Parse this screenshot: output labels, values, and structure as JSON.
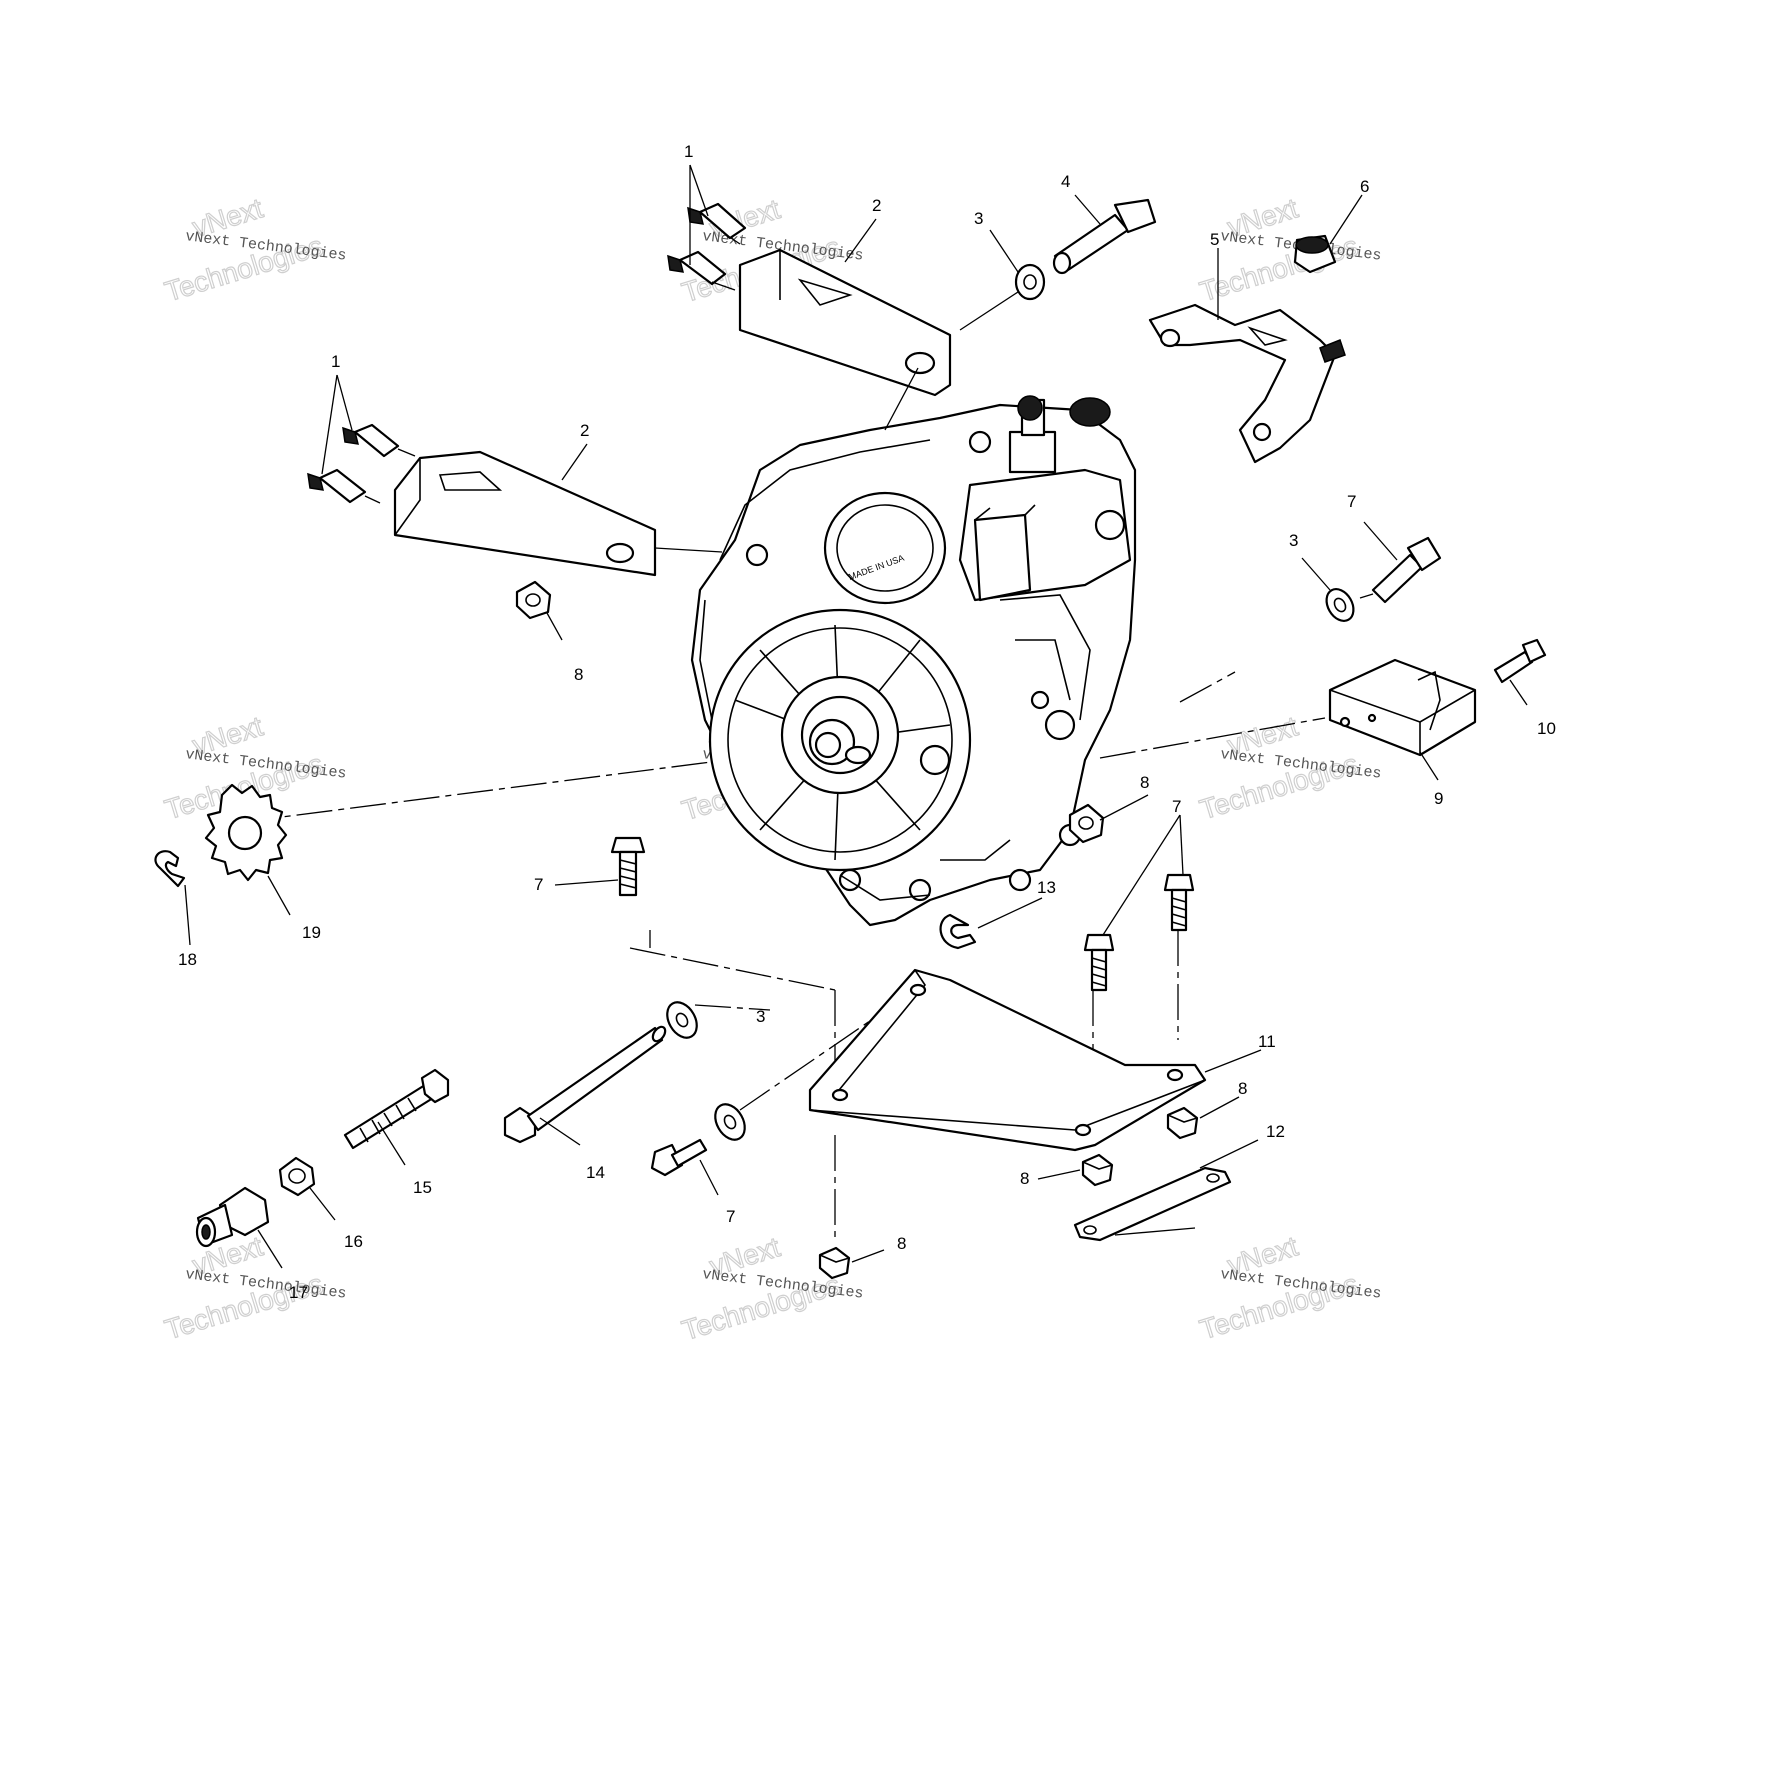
{
  "diagram": {
    "callouts": [
      {
        "id": "c1a",
        "text": "1"
      },
      {
        "id": "c2a",
        "text": "2"
      },
      {
        "id": "c3a",
        "text": "3"
      },
      {
        "id": "c4",
        "text": "4"
      },
      {
        "id": "c5",
        "text": "5"
      },
      {
        "id": "c6",
        "text": "6"
      },
      {
        "id": "c1b",
        "text": "1"
      },
      {
        "id": "c2b",
        "text": "2"
      },
      {
        "id": "c8a",
        "text": "8"
      },
      {
        "id": "c7a",
        "text": "7"
      },
      {
        "id": "c3b",
        "text": "3"
      },
      {
        "id": "c10",
        "text": "10"
      },
      {
        "id": "c9",
        "text": "9"
      },
      {
        "id": "c8b",
        "text": "8"
      },
      {
        "id": "c7b",
        "text": "7"
      },
      {
        "id": "c7c",
        "text": "7"
      },
      {
        "id": "c13",
        "text": "13"
      },
      {
        "id": "c19",
        "text": "19"
      },
      {
        "id": "c18",
        "text": "18"
      },
      {
        "id": "c3c",
        "text": "3"
      },
      {
        "id": "c11",
        "text": "11"
      },
      {
        "id": "c8c",
        "text": "8"
      },
      {
        "id": "c12",
        "text": "12"
      },
      {
        "id": "c8d",
        "text": "8"
      },
      {
        "id": "c14",
        "text": "14"
      },
      {
        "id": "c15",
        "text": "15"
      },
      {
        "id": "c16",
        "text": "16"
      },
      {
        "id": "c17",
        "text": "17"
      },
      {
        "id": "c7d",
        "text": "7"
      },
      {
        "id": "c8e",
        "text": "8"
      }
    ],
    "watermark": {
      "small": "vNext Technologies",
      "big_line1": "vNext",
      "big_line2": "Technologies"
    },
    "engine_plate_text": "MADE IN USA"
  }
}
